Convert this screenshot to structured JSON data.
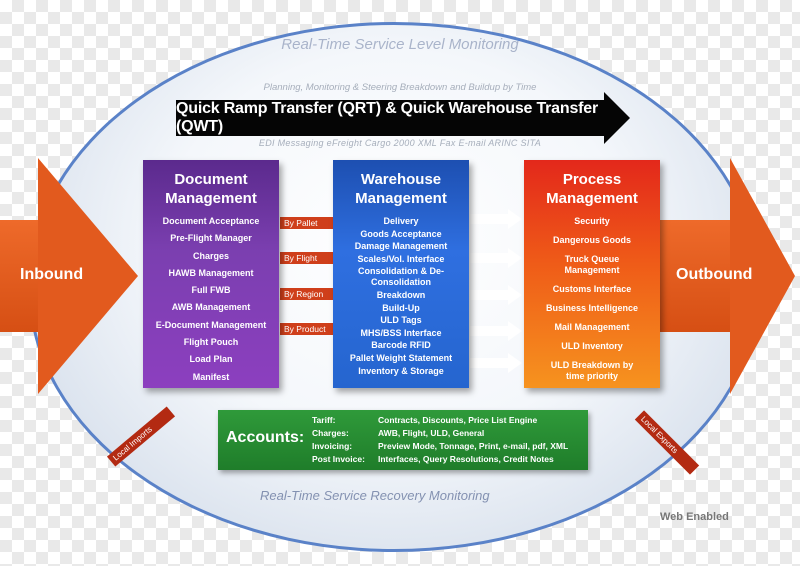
{
  "header": {
    "title": "Real-Time Service Level Monitoring",
    "planning": "Planning, Monitoring & Steering Breakdown and Buildup by Time",
    "qrt": "Quick Ramp Transfer (QRT) & Quick Warehouse Transfer (QWT)",
    "edi": "EDI Messaging   eFreight   Cargo 2000   XML   Fax   E-mail   ARINC   SITA"
  },
  "inbound": "Inbound",
  "outbound": "Outbound",
  "boxes": {
    "document": {
      "title": "Document Management",
      "items": [
        "Document Acceptance",
        "Pre-Flight Manager",
        "Charges",
        "HAWB Management",
        "Full FWB",
        "AWB Management",
        "E-Document Management",
        "Flight Pouch",
        "Load Plan",
        "Manifest"
      ]
    },
    "warehouse": {
      "title": "Warehouse Management",
      "items": [
        "Delivery",
        "Goods Acceptance",
        "Damage Management",
        "Scales/Vol. Interface",
        "Consolidation & De-Consolidation",
        "Breakdown",
        "Build-Up",
        "ULD Tags",
        "MHS/BSS Interface",
        "Barcode RFID",
        "Pallet Weight Statement",
        "Inventory & Storage"
      ]
    },
    "process": {
      "title": "Process Management",
      "items": [
        "Security",
        "Dangerous Goods",
        "Truck Queue Management",
        "Customs Interface",
        "Business Intelligence",
        "Mail Management",
        "ULD Inventory",
        "ULD Breakdown by time priority"
      ]
    }
  },
  "tags": [
    "By Pallet",
    "By Flight",
    "By Region",
    "By Product"
  ],
  "accounts": {
    "title": "Accounts:",
    "rows": [
      {
        "label": "Tariff:",
        "value": "Contracts, Discounts, Price List Engine"
      },
      {
        "label": "Charges:",
        "value": "AWB, Flight, ULD, General"
      },
      {
        "label": "Invoicing:",
        "value": "Preview Mode, Tonnage, Print, e-mail, pdf, XML"
      },
      {
        "label": "Post Invoice:",
        "value": "Interfaces, Query Resolutions, Credit Notes"
      }
    ]
  },
  "local_imports": "Local Imports",
  "local_exports": "Local Exports",
  "footer_title": "Real-Time Service Recovery Monitoring",
  "web_enabled": "Web Enabled",
  "colors": {
    "arrow": "#e25a1e",
    "document": "#7b3fb0",
    "warehouse": "#2f6fe0",
    "process": "#ef5b18",
    "accounts": "#2f9a3a",
    "ellipse_border": "#5a82c8"
  }
}
